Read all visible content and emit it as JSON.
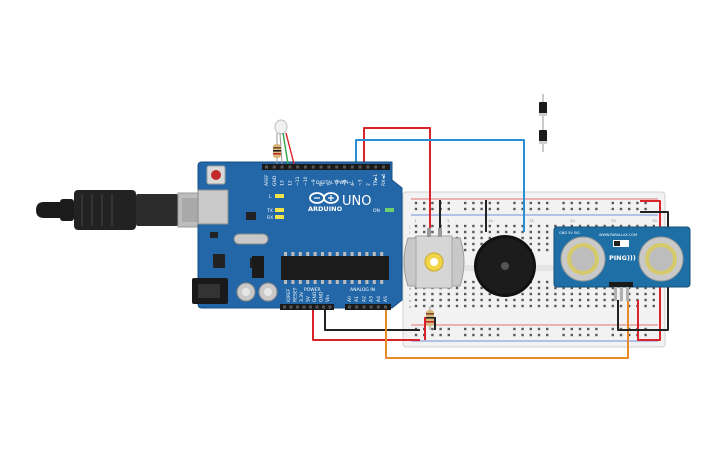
{
  "arduino": {
    "brand": "ARDUINO",
    "model": "UNO",
    "digital_header": "DIGITAL (PWM~)",
    "analog_header": "ANALOG IN",
    "power_header": "POWER",
    "on_label": "ON",
    "l_label": "L",
    "tx_label": "TX",
    "rx_label": "RX",
    "digital_pins": [
      "AREF",
      "GND",
      "13",
      "12",
      "~11",
      "~10",
      "~9",
      "8",
      "7",
      "~6",
      "~5",
      "4",
      "~3",
      "2",
      "TX►1",
      "RX◄0"
    ],
    "power_pins": [
      "IOREF",
      "RESET",
      "3.3V",
      "5V",
      "GND",
      "GND",
      "Vin"
    ],
    "analog_pins": [
      "A0",
      "A1",
      "A2",
      "A3",
      "A4",
      "A5"
    ]
  },
  "sensor": {
    "name": "PING)))",
    "sub_label": "GND 5V SIG",
    "maker": "WWW.PARALLAX.COM"
  },
  "breadboard": {
    "row_letters": [
      "a",
      "b",
      "c",
      "d",
      "e",
      "f",
      "g",
      "h",
      "i",
      "j"
    ],
    "column_numbers": [
      "1",
      "5",
      "10",
      "15",
      "20",
      "25",
      "30"
    ]
  },
  "colors": {
    "board": "#2367a8",
    "board_dark": "#1a4f84",
    "wire_red": "#d8232a",
    "wire_black": "#222222",
    "wire_blue": "#2a8fd0",
    "wire_orange": "#e8892c",
    "wire_green": "#2ea84a",
    "sensor_board": "#1d6fa5",
    "usb_cable": "#1b1b1b"
  },
  "components": {
    "usb_cable_icon": "usb-b-plug",
    "motor_icon": "dc-motor",
    "buzzer_icon": "piezo-buzzer",
    "led_icon": "rgb-led",
    "diode_icon": "diode",
    "resistor_icon": "resistor"
  }
}
